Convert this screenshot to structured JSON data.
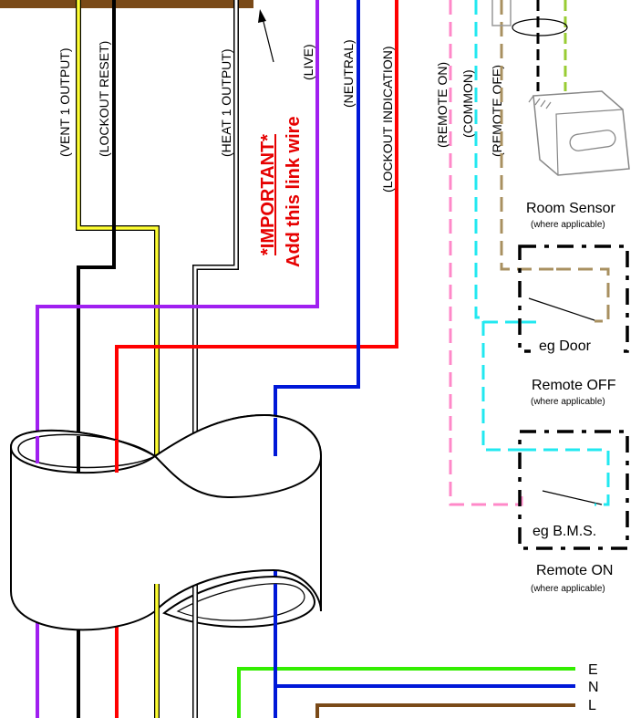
{
  "wire_labels": {
    "vent1_output": "(VENT 1 OUTPUT)",
    "lockout_reset": "(LOCKOUT RESET)",
    "heat1_output": "(HEAT 1 OUTPUT)",
    "live": "(LIVE)",
    "neutral": "(NEUTRAL)",
    "lockout_indication": "(LOCKOUT INDICATION)"
  },
  "important_note": {
    "line1": "*IMPORTANT*",
    "line2": "Add this link wire"
  },
  "remote_labels": {
    "remote_on": "(REMOTE ON)",
    "common": "(COMMON)",
    "remote_off": "(REMOTE OFF)"
  },
  "room_sensor": {
    "title": "Room Sensor",
    "note": "(where applicable)"
  },
  "remote_off": {
    "device": "eg Door",
    "title": "Remote OFF",
    "note": "(where applicable)"
  },
  "remote_on": {
    "device": "eg B.M.S.",
    "title": "Remote ON",
    "note": "(where applicable)"
  },
  "supply": {
    "earth": "E",
    "neutral": "N",
    "live": "L"
  },
  "colors": {
    "brown": "#7a4a18",
    "black": "#000000",
    "yellow": "#ffff33",
    "purple": "#a020f0",
    "blue": "#0018d8",
    "red": "#ff0000",
    "green": "#33ee00",
    "pink": "#ff88c8",
    "cyan": "#22e8f0",
    "tan": "#a89060",
    "olive": "#99cc33",
    "grey": "#999999"
  }
}
